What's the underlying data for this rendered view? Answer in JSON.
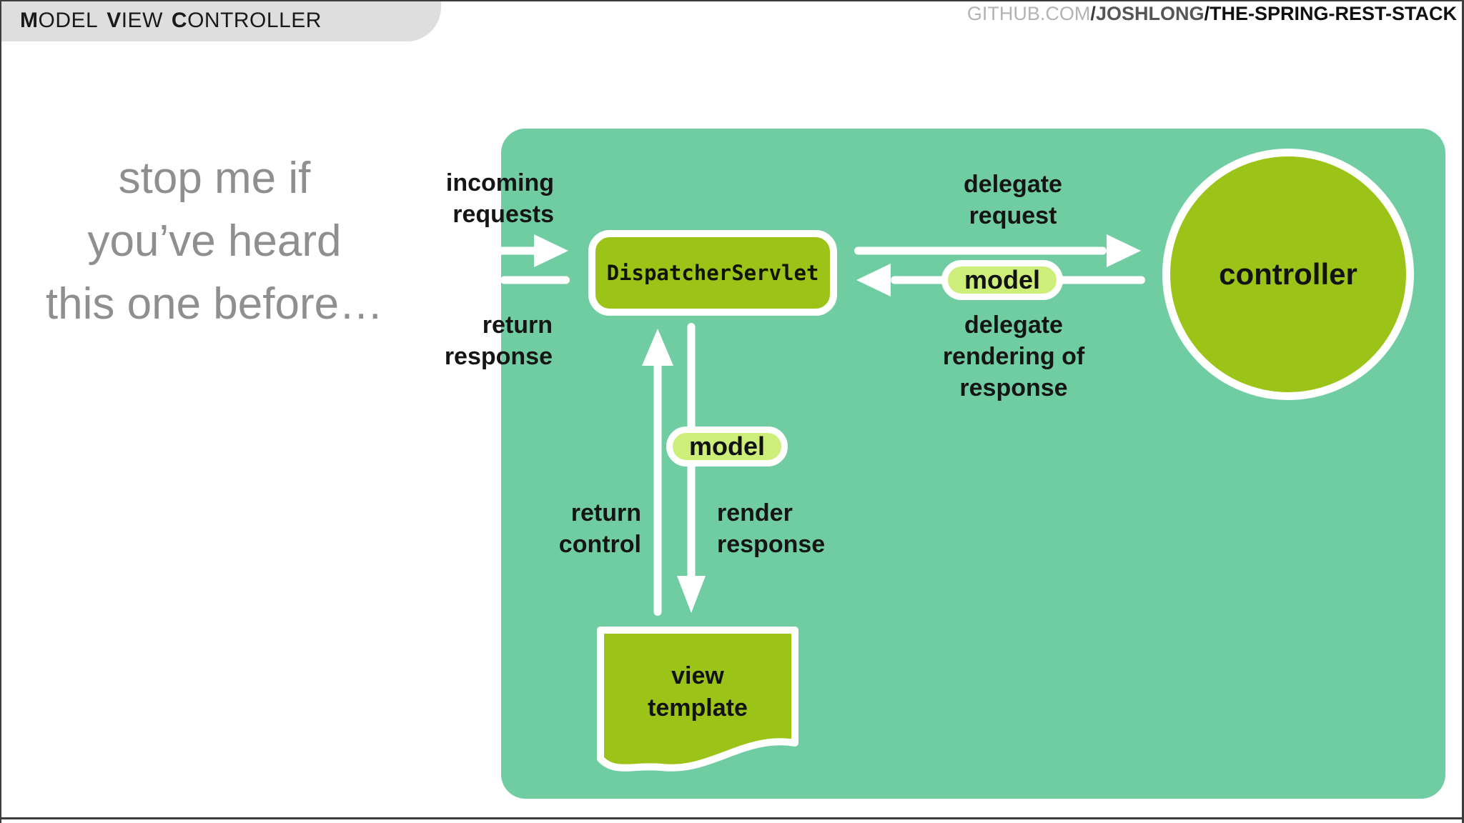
{
  "slide": {
    "header": {
      "parts": [
        "M",
        "ODEL",
        "V",
        "IEW",
        "C",
        "ONTROLLER"
      ]
    },
    "github": {
      "domain": "GITHUB.COM",
      "sep1": "/",
      "user": "JOSHLONG",
      "sep2": "/",
      "repo": "THE-SPRING-REST-STACK"
    },
    "tagline": {
      "lines": [
        "stop me if",
        "you’ve heard",
        "this one before…"
      ]
    }
  },
  "diagram": {
    "nodes": {
      "dispatcher": {
        "label": "DispatcherServlet"
      },
      "controller": {
        "label": "controller"
      },
      "view_template": {
        "lines": [
          "view",
          "template"
        ]
      }
    },
    "pills": {
      "model_controller": "model",
      "model_view": "model"
    },
    "labels": {
      "incoming_requests": [
        "incoming",
        "requests"
      ],
      "return_response": [
        "return",
        "response"
      ],
      "delegate_request": [
        "delegate",
        "request"
      ],
      "delegate_rendering": [
        "delegate",
        "rendering of",
        "response"
      ],
      "return_control": [
        "return",
        "control"
      ],
      "render_response": [
        "render",
        "response"
      ]
    },
    "colors": {
      "panel": "#70cda1",
      "node_fill": "#9cc418",
      "pill_fill": "#cdef7a",
      "arrow": "#ffffff",
      "label_text": "#151515",
      "header_bar": "#dedede",
      "tagline_text": "#8f8f8f"
    }
  }
}
